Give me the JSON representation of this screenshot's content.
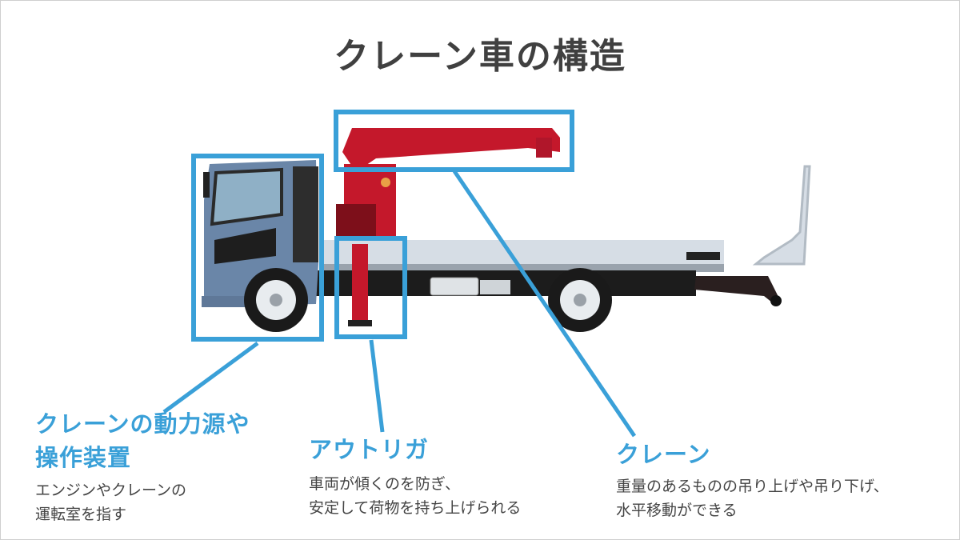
{
  "title": "クレーン車の構造",
  "colors": {
    "accent": "#3aa0d8",
    "cab": "#6a86a8",
    "crane": "#c4182b",
    "bed": "#d6dde5",
    "text": "#444444"
  },
  "callouts": [
    {
      "heading_lines": [
        "クレーンの動力源や",
        "操作装置"
      ],
      "description_lines": [
        "エンジンやクレーンの",
        "運転室を指す"
      ]
    },
    {
      "heading_lines": [
        "アウトリガ"
      ],
      "description_lines": [
        "車両が傾くのを防ぎ、",
        "安定して荷物を持ち上げられる"
      ]
    },
    {
      "heading_lines": [
        "クレーン"
      ],
      "description_lines": [
        "重量のあるものの吊り上げや吊り下げ、",
        "水平移動ができる"
      ]
    }
  ]
}
